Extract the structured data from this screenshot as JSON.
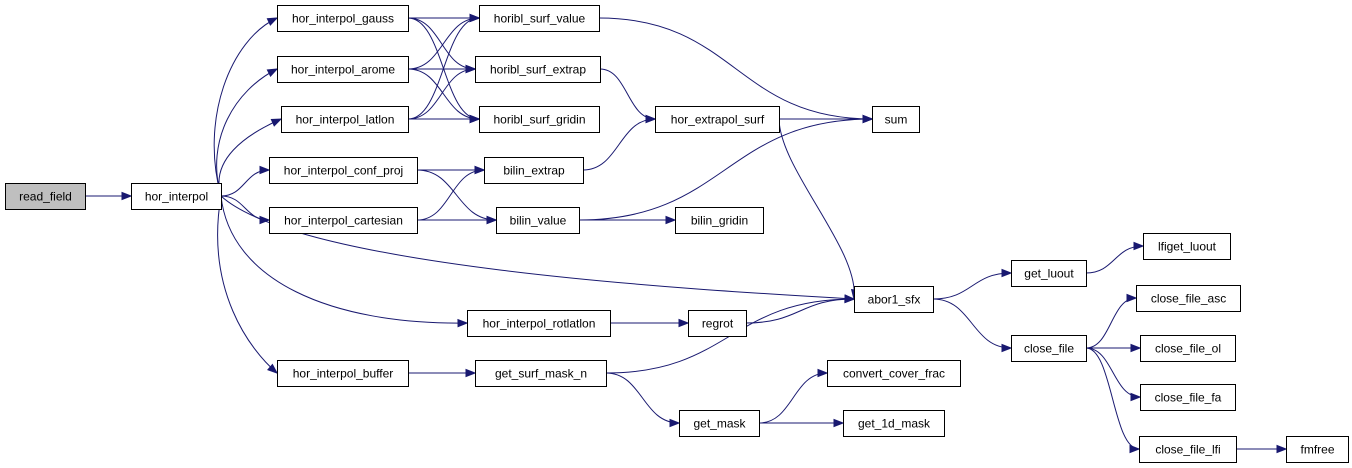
{
  "nodes": [
    {
      "id": "read_field",
      "label": "read_field",
      "root": true
    },
    {
      "id": "hor_interpol",
      "label": "hor_interpol"
    },
    {
      "id": "hor_interpol_gauss",
      "label": "hor_interpol_gauss"
    },
    {
      "id": "hor_interpol_arome",
      "label": "hor_interpol_arome"
    },
    {
      "id": "hor_interpol_latlon",
      "label": "hor_interpol_latlon"
    },
    {
      "id": "hor_interpol_conf_proj",
      "label": "hor_interpol_conf_proj"
    },
    {
      "id": "hor_interpol_cartesian",
      "label": "hor_interpol_cartesian"
    },
    {
      "id": "hor_interpol_rotlatlon",
      "label": "hor_interpol_rotlatlon"
    },
    {
      "id": "hor_interpol_buffer",
      "label": "hor_interpol_buffer"
    },
    {
      "id": "horibl_surf_value",
      "label": "horibl_surf_value"
    },
    {
      "id": "horibl_surf_extrap",
      "label": "horibl_surf_extrap"
    },
    {
      "id": "horibl_surf_gridin",
      "label": "horibl_surf_gridin"
    },
    {
      "id": "bilin_extrap",
      "label": "bilin_extrap"
    },
    {
      "id": "bilin_value",
      "label": "bilin_value"
    },
    {
      "id": "bilin_gridin",
      "label": "bilin_gridin"
    },
    {
      "id": "hor_extrapol_surf",
      "label": "hor_extrapol_surf"
    },
    {
      "id": "sum",
      "label": "sum"
    },
    {
      "id": "abor1_sfx",
      "label": "abor1_sfx"
    },
    {
      "id": "regrot",
      "label": "regrot"
    },
    {
      "id": "get_surf_mask_n",
      "label": "get_surf_mask_n"
    },
    {
      "id": "get_mask",
      "label": "get_mask"
    },
    {
      "id": "convert_cover_frac",
      "label": "convert_cover_frac"
    },
    {
      "id": "get_1d_mask",
      "label": "get_1d_mask"
    },
    {
      "id": "get_luout",
      "label": "get_luout"
    },
    {
      "id": "lfiget_luout",
      "label": "lfiget_luout"
    },
    {
      "id": "close_file",
      "label": "close_file"
    },
    {
      "id": "close_file_asc",
      "label": "close_file_asc"
    },
    {
      "id": "close_file_ol",
      "label": "close_file_ol"
    },
    {
      "id": "close_file_fa",
      "label": "close_file_fa"
    },
    {
      "id": "close_file_lfi",
      "label": "close_file_lfi"
    },
    {
      "id": "fmfree",
      "label": "fmfree"
    }
  ],
  "edges": [
    [
      "read_field",
      "hor_interpol"
    ],
    [
      "hor_interpol",
      "hor_interpol_gauss"
    ],
    [
      "hor_interpol",
      "hor_interpol_arome"
    ],
    [
      "hor_interpol",
      "hor_interpol_latlon"
    ],
    [
      "hor_interpol",
      "hor_interpol_conf_proj"
    ],
    [
      "hor_interpol",
      "hor_interpol_cartesian"
    ],
    [
      "hor_interpol",
      "abor1_sfx"
    ],
    [
      "hor_interpol",
      "hor_interpol_rotlatlon"
    ],
    [
      "hor_interpol",
      "hor_interpol_buffer"
    ],
    [
      "hor_interpol_gauss",
      "horibl_surf_value"
    ],
    [
      "hor_interpol_gauss",
      "horibl_surf_extrap"
    ],
    [
      "hor_interpol_gauss",
      "horibl_surf_gridin"
    ],
    [
      "hor_interpol_arome",
      "horibl_surf_value"
    ],
    [
      "hor_interpol_arome",
      "horibl_surf_extrap"
    ],
    [
      "hor_interpol_arome",
      "horibl_surf_gridin"
    ],
    [
      "hor_interpol_latlon",
      "horibl_surf_value"
    ],
    [
      "hor_interpol_latlon",
      "horibl_surf_extrap"
    ],
    [
      "hor_interpol_latlon",
      "horibl_surf_gridin"
    ],
    [
      "hor_interpol_conf_proj",
      "bilin_extrap"
    ],
    [
      "hor_interpol_conf_proj",
      "bilin_value"
    ],
    [
      "hor_interpol_cartesian",
      "bilin_extrap"
    ],
    [
      "hor_interpol_cartesian",
      "bilin_value"
    ],
    [
      "horibl_surf_value",
      "sum"
    ],
    [
      "horibl_surf_extrap",
      "hor_extrapol_surf"
    ],
    [
      "bilin_extrap",
      "hor_extrapol_surf"
    ],
    [
      "bilin_value",
      "sum"
    ],
    [
      "bilin_value",
      "bilin_gridin"
    ],
    [
      "hor_extrapol_surf",
      "sum"
    ],
    [
      "hor_extrapol_surf",
      "abor1_sfx"
    ],
    [
      "hor_interpol_rotlatlon",
      "regrot"
    ],
    [
      "regrot",
      "abor1_sfx"
    ],
    [
      "hor_interpol_buffer",
      "get_surf_mask_n"
    ],
    [
      "get_surf_mask_n",
      "abor1_sfx"
    ],
    [
      "get_surf_mask_n",
      "get_mask"
    ],
    [
      "get_mask",
      "convert_cover_frac"
    ],
    [
      "get_mask",
      "get_1d_mask"
    ],
    [
      "abor1_sfx",
      "get_luout"
    ],
    [
      "abor1_sfx",
      "close_file"
    ],
    [
      "get_luout",
      "lfiget_luout"
    ],
    [
      "close_file",
      "close_file_asc"
    ],
    [
      "close_file",
      "close_file_ol"
    ],
    [
      "close_file",
      "close_file_fa"
    ],
    [
      "close_file",
      "close_file_lfi"
    ],
    [
      "close_file_lfi",
      "fmfree"
    ]
  ]
}
